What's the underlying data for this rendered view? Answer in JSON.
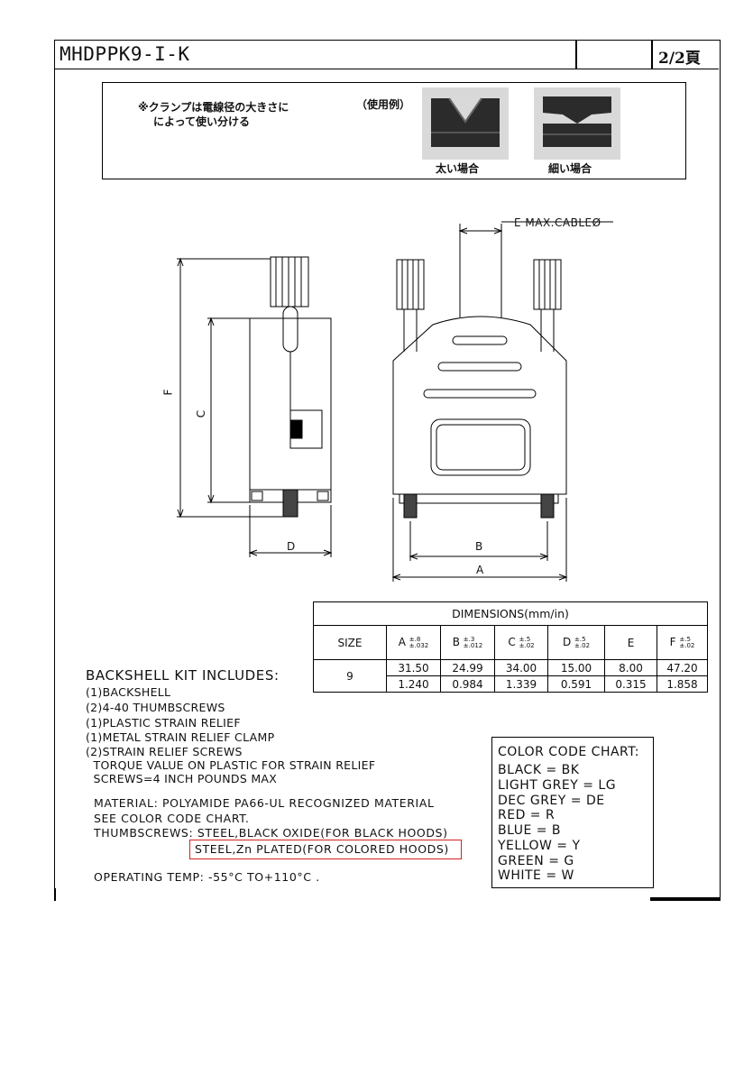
{
  "header": {
    "part_number": "MHDPPK9-I-K",
    "page": "2/2頁"
  },
  "clamp_note": {
    "line1": "※クランプは電線径の大きさに",
    "line2": "によって使い分ける",
    "example_label": "（使用例）",
    "thick_caption": "太い場合",
    "thin_caption": "細い場合"
  },
  "drawing": {
    "label_e": "E MAX.CABLEØ",
    "label_f": "F",
    "label_c": "C",
    "label_d": "D",
    "label_b": "B",
    "label_a": "A"
  },
  "dimensions": {
    "title": "DIMENSIONS(mm/in)",
    "size_header": "SIZE",
    "columns": [
      {
        "name": "A",
        "tol_top": "±.8",
        "tol_bot": "±.032"
      },
      {
        "name": "B",
        "tol_top": "±.3",
        "tol_bot": "±.012"
      },
      {
        "name": "C",
        "tol_top": "±.5",
        "tol_bot": "±.02"
      },
      {
        "name": "D",
        "tol_top": "±.5",
        "tol_bot": "±.02"
      },
      {
        "name": "E",
        "tol_top": "",
        "tol_bot": ""
      },
      {
        "name": "F",
        "tol_top": "±.5",
        "tol_bot": "±.02"
      }
    ],
    "size_value": "9",
    "mm_row": [
      "31.50",
      "24.99",
      "34.00",
      "15.00",
      "8.00",
      "47.20"
    ],
    "in_row": [
      "1.240",
      "0.984",
      "1.339",
      "0.591",
      "0.315",
      "1.858"
    ]
  },
  "kit": {
    "title": "BACKSHELL KIT INCLUDES:",
    "items": [
      "(1)BACKSHELL",
      "(2)4-40 THUMBSCREWS",
      "(1)PLASTIC STRAIN RELIEF",
      "(1)METAL STRAIN RELIEF CLAMP",
      "(2)STRAIN RELIEF SCREWS",
      "  TORQUE VALUE ON PLASTIC FOR STRAIN RELIEF",
      "  SCREWS=4 INCH POUNDS MAX"
    ]
  },
  "material": {
    "line1": "MATERIAL: POLYAMIDE PA66-UL RECOGNIZED MATERIAL",
    "line2": "SEE COLOR CODE CHART.",
    "line3": "THUMBSCREWS: STEEL,BLACK OXIDE(FOR BLACK HOODS)",
    "line4": "STEEL,Zn PLATED(FOR COLORED HOODS)",
    "line5": "OPERATING TEMP: -55°C TO+110°C ."
  },
  "color_chart": {
    "title": "COLOR CODE CHART:",
    "items": [
      "BLACK = BK",
      "LIGHT GREY = LG",
      "DEC GREY = DE",
      "RED = R",
      "BLUE = B",
      "YELLOW = Y",
      "GREEN = G",
      "WHITE = W"
    ]
  },
  "colors": {
    "highlight_red": "#d42020",
    "line": "#000000",
    "photo_dark": "#2b2b2b"
  }
}
